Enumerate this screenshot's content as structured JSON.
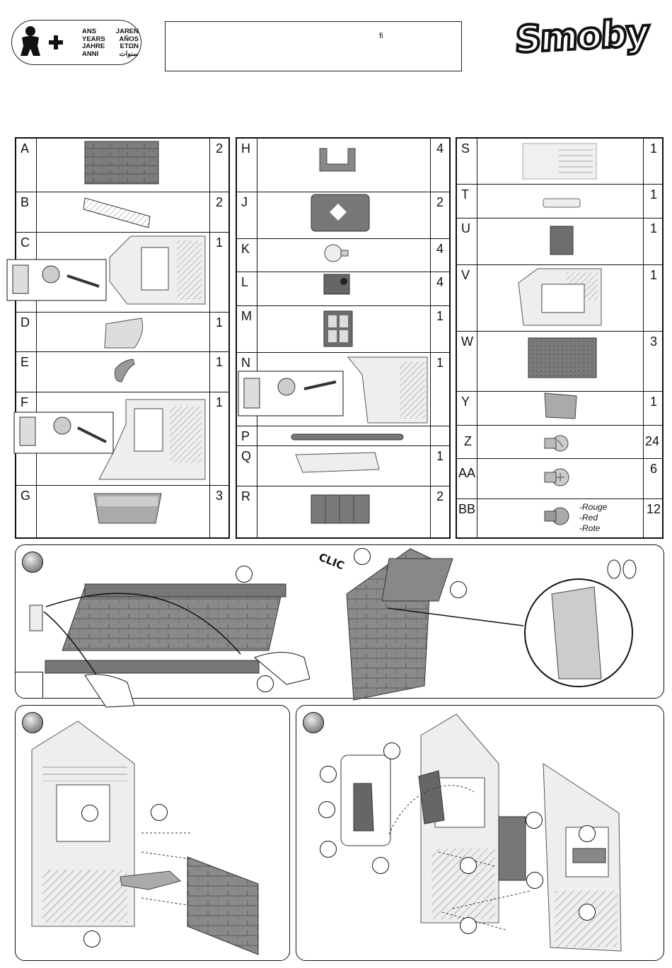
{
  "header": {
    "age_words": [
      [
        "ANS",
        "JAREN"
      ],
      [
        "YEARS",
        "AÑOS"
      ],
      [
        "JAHRE",
        "ΕΤΩΝ"
      ],
      [
        "ANNI",
        "سنوات"
      ]
    ],
    "info_glyph": "ﬁ",
    "logo": "Smoby"
  },
  "parts": {
    "col1": [
      {
        "id": "A",
        "qty": "2"
      },
      {
        "id": "B",
        "qty": "2"
      },
      {
        "id": "C",
        "qty": "1"
      },
      {
        "id": "D",
        "qty": "1"
      },
      {
        "id": "E",
        "qty": "1"
      },
      {
        "id": "F",
        "qty": "1"
      },
      {
        "id": "G",
        "qty": "3"
      }
    ],
    "col2": [
      {
        "id": "H",
        "qty": "4"
      },
      {
        "id": "J",
        "qty": "2"
      },
      {
        "id": "K",
        "qty": "4"
      },
      {
        "id": "L",
        "qty": "4"
      },
      {
        "id": "M",
        "qty": "1"
      },
      {
        "id": "N",
        "qty": "1"
      },
      {
        "id": "P",
        "qty": ""
      },
      {
        "id": "Q",
        "qty": "1"
      },
      {
        "id": "R",
        "qty": "2"
      }
    ],
    "col3": [
      {
        "id": "S",
        "qty": "1"
      },
      {
        "id": "T",
        "qty": "1"
      },
      {
        "id": "U",
        "qty": "1"
      },
      {
        "id": "V",
        "qty": "1"
      },
      {
        "id": "W",
        "qty": "3"
      },
      {
        "id": "Y",
        "qty": "1"
      },
      {
        "id": "Z",
        "qty": "24"
      },
      {
        "id": "AA",
        "qty": "6"
      },
      {
        "id": "BB",
        "qty": "12"
      }
    ],
    "bb_colors": [
      "-Rouge",
      "-Red",
      "-Rote"
    ]
  },
  "steps": {
    "clic": "CLIC"
  },
  "colors": {
    "part_gray": "#8a8a8a",
    "light_part": "#e6e6e6",
    "dark_part": "#5a5a5a",
    "line": "#111111"
  }
}
